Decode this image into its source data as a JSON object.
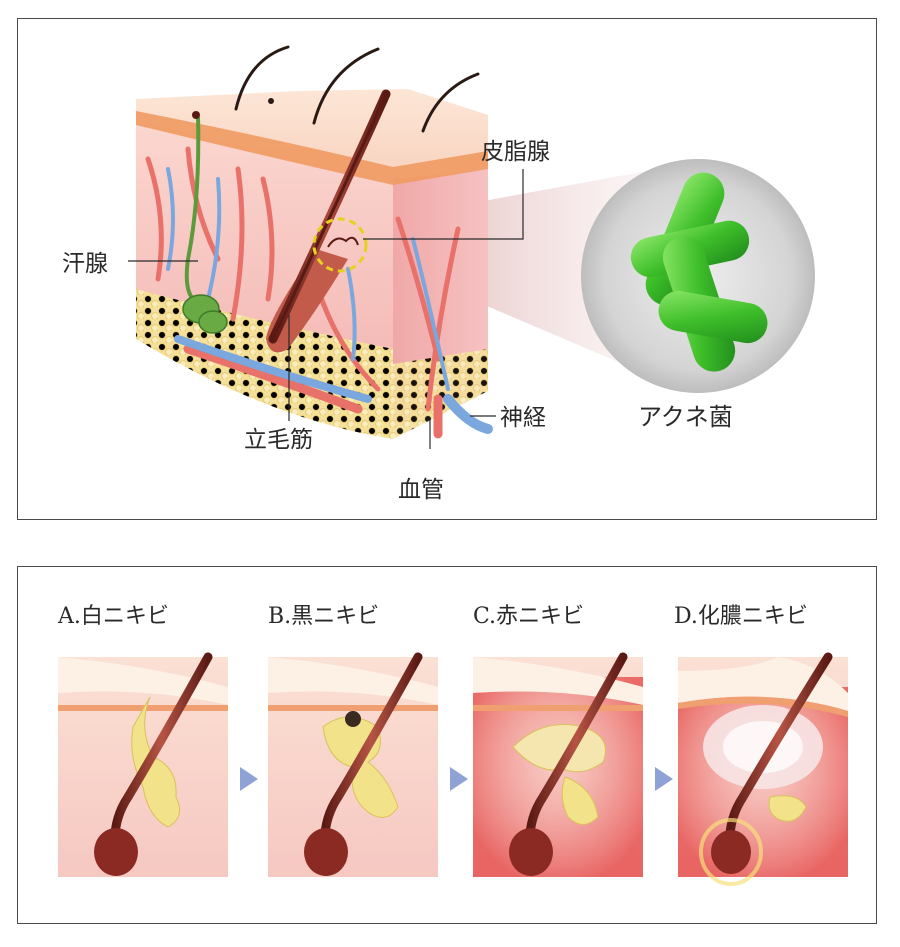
{
  "top": {
    "labels": {
      "sweat_gland": "汗腺",
      "sebaceous_gland": "皮脂腺",
      "arrector_pili": "立毛筋",
      "blood_vessel": "血管",
      "nerve": "神経",
      "acne_bacteria": "アクネ菌"
    }
  },
  "stages": [
    {
      "label": "A.白ニキビ"
    },
    {
      "label": "B.黒ニキビ"
    },
    {
      "label": "C.赤ニキビ"
    },
    {
      "label": "D.化膿ニキビ"
    }
  ],
  "colors": {
    "skin": "#f7c9c4",
    "epidermis": "#f0a070",
    "fat": "#f3dc8a",
    "artery": "#e8716a",
    "vein": "#7aa7de",
    "sweat_gland": "#5c9a3c",
    "bacteria": "#3fbf2a",
    "sebum": "#f2e28a",
    "hair": "#7a2a20",
    "arrow": "#8fa2d6",
    "inflamed": "#e23a3a"
  }
}
